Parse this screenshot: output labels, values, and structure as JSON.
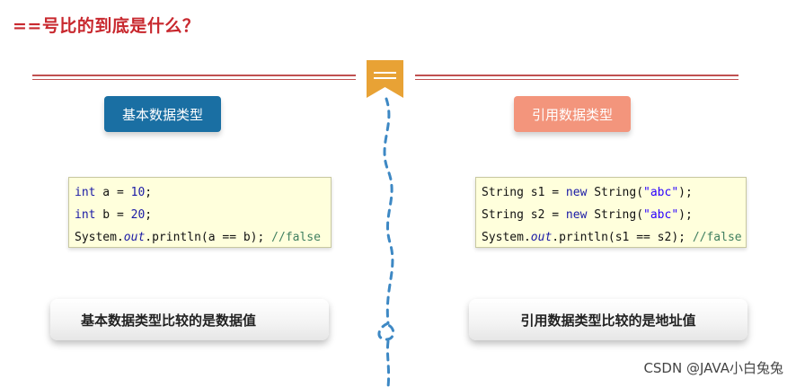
{
  "title": "==号比的到底是什么？",
  "left": {
    "pill": "基本数据类型",
    "code": {
      "line1": {
        "type": "int",
        "rest1": " a = ",
        "num": "10",
        "rest2": ";"
      },
      "line2": {
        "type": "int",
        "rest1": " b = ",
        "num": "20",
        "rest2": ";"
      },
      "line3": {
        "pre": "System.",
        "field": "out",
        "mid": ".println(a == b); ",
        "comment": "//false"
      }
    },
    "banner": "基本数据类型比较的是数据值"
  },
  "right": {
    "pill": "引用数据类型",
    "code": {
      "line1": {
        "pre": "String s1 = ",
        "kw": "new",
        "mid": " String(",
        "str": "\"abc\"",
        "post": ");"
      },
      "line2": {
        "pre": "String s2 = ",
        "kw": "new",
        "mid": " String(",
        "str": "\"abc\"",
        "post": ");"
      },
      "line3": {
        "pre": "System.",
        "field": "out",
        "mid": ".println(s1 == s2); ",
        "comment": "//false"
      }
    },
    "banner": "引用数据类型比较的是地址值"
  },
  "watermark": "CSDN @JAVA小白兔兔",
  "colors": {
    "title": "#c8282e",
    "pill_basic": "#1a6fa3",
    "pill_ref": "#f3957c",
    "bookmark": "#e8a235",
    "divider": "#3d88c4"
  }
}
